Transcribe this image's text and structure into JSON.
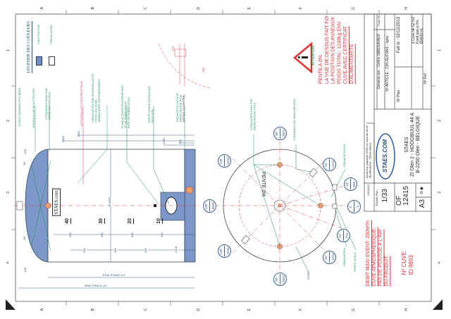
{
  "frame": {
    "letters": [
      "A",
      "B",
      "C",
      "D",
      "E",
      "F",
      "G",
      "H"
    ],
    "numbers": [
      "1",
      "2",
      "3",
      "4"
    ]
  },
  "legend": {
    "title": "LEGENDE DES COULEURS",
    "items": [
      {
        "label": "GRIS RAL7035",
        "color": "#6f8fc4"
      },
      {
        "label": "TRANSLUCIDE",
        "color": "#ffffff"
      }
    ]
  },
  "side_view": {
    "labels": {
      "event": "EVENT CHAPEAU PVC Ø160",
      "anneaux": "ANNEAUX DE MANUTENTION",
      "piquages": [
        "4 PIQUAGES DN65 SVR",
        "BRIDE RONDE PN10"
      ],
      "autocollant": "AUTOCOLLANT CONSTRUCTEUR",
      "graduation": [
        "GRADUATION PAR AUTOCOLLANTS",
        "TOUS LES 10 M3",
        "MARQUAGES INTERMEDIAIRES"
      ],
      "plaque": [
        "PLAQUE CONSTRUCTEUR AVEC",
        "Nº DE FABRICATION",
        "DATE DE FABRICATION"
      ],
      "porte": [
        "PORTE OVALE AUTOCLAVE",
        "INOX 316L"
      ],
      "piquage150": [
        "PIQUAGE DN150 SVR",
        "BRIDE RONDE PN10",
        "(DETAIL O-CONTRE)"
      ]
    },
    "dims": {
      "d4054": "4054",
      "d4350": "4350",
      "d1280": "1280",
      "d750": "750",
      "diam": "Ø 3600",
      "ht_virole": "HT VIROLE 4016",
      "ht_totale": "HT TOTALE 5640",
      "d491": "491",
      "d982": "982",
      "d1018": "1018",
      "d100": "100",
      "d80": "80"
    },
    "graduations": [
      "10",
      "20",
      "30",
      "40"
    ],
    "sticker": "STAES.com"
  },
  "top_view": {
    "pente": "PENTE 0%",
    "r1300": "R1300",
    "labels": {
      "piquages": [
        "4 PIQUAGES DN65 SVR",
        "BRIDE RONDE PN10"
      ],
      "anneaux": "2 ANNEAUX DE MANUTENTION",
      "piquage150": "PIQUAGE DN150",
      "graduation": "GRADUATION",
      "porte": "PORTE OVALE"
    },
    "bubbles": [
      {
        "angle": "180°",
        "dist": "5655"
      },
      {
        "angle": "135°",
        "dist": "4241"
      },
      {
        "angle": "135°",
        "dist": "4241"
      },
      {
        "angle": "90°",
        "dist": "2827"
      },
      {
        "angle": "90°",
        "dist": "2827"
      },
      {
        "angle": "45°",
        "dist": "1414"
      },
      {
        "angle": "45°",
        "dist": "1414"
      },
      {
        "angle": "16°",
        "dist": "500"
      },
      {
        "angle": "0°",
        "dist": "0"
      },
      {
        "angle": "23°",
        "dist": "723"
      }
    ]
  },
  "detail": {
    "d120": "120",
    "d180": "180"
  },
  "attention": {
    "title": "ATTENTION",
    "lines": [
      "PENTE A 0%",
      "LA VUE DE DESSUS FAIT FOI",
      "LA POSITION DES ANNEAUX",
      "POIDS TOTAL: 1248kg ENV.",
      "CUVE AVEC CERTIFICAT",
      "D'ALIMENTARITE"
    ]
  },
  "notes": {
    "debit": [
      "DEBIT MAXI EVENT: 200M³/h",
      "CUVE ATMOSPHERIQUE:",
      "PAS DE POUSSE A L'AIR",
      "DU PRODUIT"
    ],
    "cuve": [
      "Nº CUVE:",
      "ID 9803"
    ]
  },
  "title_block": {
    "form": "Form 99",
    "dessine": "Dessiné par : Cédric SABOURAUX",
    "article": "Nº ARTICLE : CUV-ELF0801 - ligne :",
    "plan": "Nº Plan :",
    "fait_le": "Fait le : 02/12/2013",
    "desc": [
      "1 Cuve de 52 m3",
      "Fond plat à 0%",
      "Ø3600 int."
    ],
    "ref": "Nº Ref. :",
    "logo": "STAES.COM",
    "company": [
      "STAES",
      "ZI Olen 2 - HOOGBUUL 44 A",
      "B-2250 Olen - BELGIQUE"
    ],
    "revision": [
      "Ajout d'un piquage DN65 en haut de virole",
      "Modifications - Observations"
    ],
    "rev_date": "02/12/13",
    "echelle_label": "Echelle Plan :",
    "echelle": "1/33",
    "of_label": "OF",
    "of": "12415",
    "format": "A3"
  }
}
